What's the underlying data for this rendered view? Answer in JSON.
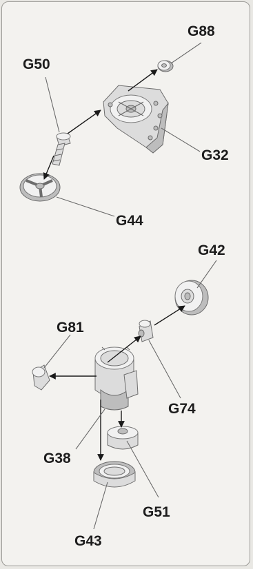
{
  "labels": {
    "g88": "G88",
    "g50": "G50",
    "g32": "G32",
    "g44": "G44",
    "g42": "G42",
    "g81": "G81",
    "g74": "G74",
    "g38": "G38",
    "g51": "G51",
    "g43": "G43"
  }
}
